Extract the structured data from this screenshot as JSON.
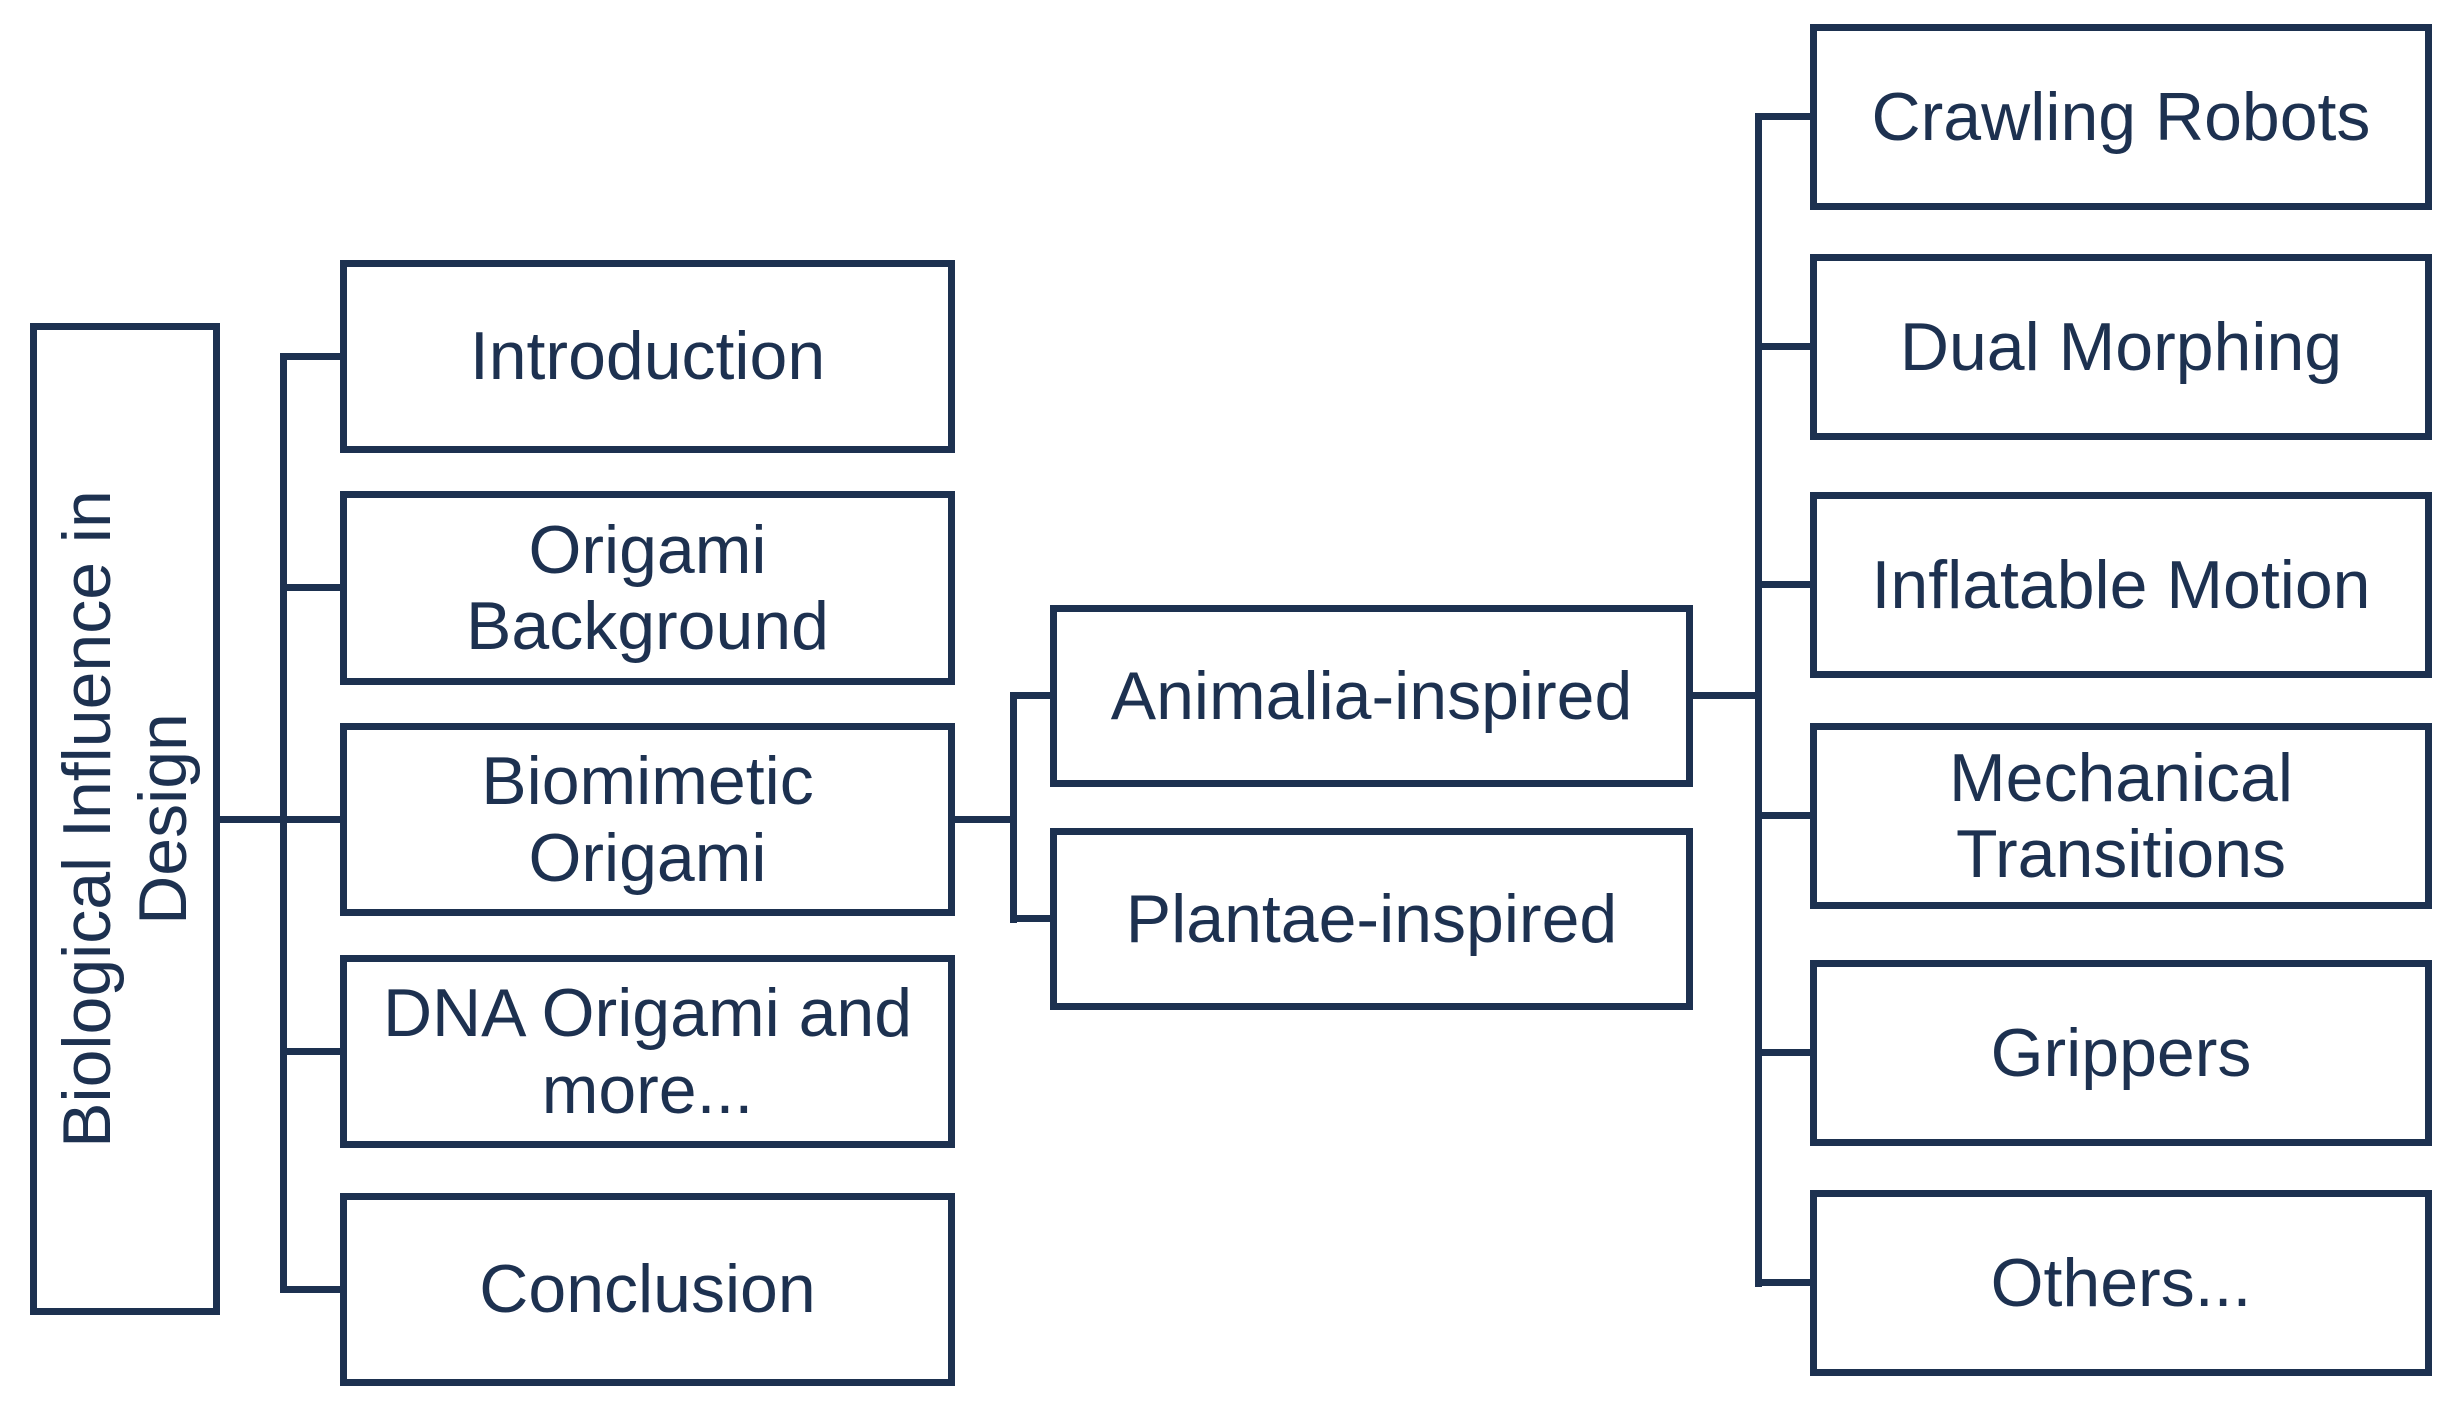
{
  "colors": {
    "ink": "#1d3150",
    "background": "#ffffff"
  },
  "tree": {
    "root": {
      "id": "biological-influence-in-design",
      "label": "Biological Influence in\nDesign"
    },
    "level1": [
      {
        "id": "introduction",
        "label": "Introduction",
        "parent": "biological-influence-in-design"
      },
      {
        "id": "origami-background",
        "label": "Origami\nBackground",
        "parent": "biological-influence-in-design"
      },
      {
        "id": "biomimetic-origami",
        "label": "Biomimetic\nOrigami",
        "parent": "biological-influence-in-design"
      },
      {
        "id": "dna-origami",
        "label": "DNA Origami and\nmore...",
        "parent": "biological-influence-in-design"
      },
      {
        "id": "conclusion",
        "label": "Conclusion",
        "parent": "biological-influence-in-design"
      }
    ],
    "level2": [
      {
        "id": "animalia-inspired",
        "label": "Animalia-inspired",
        "parent": "biomimetic-origami"
      },
      {
        "id": "plantae-inspired",
        "label": "Plantae-inspired",
        "parent": "biomimetic-origami"
      }
    ],
    "level3": [
      {
        "id": "crawling-robots",
        "label": "Crawling Robots",
        "parent": "animalia-inspired"
      },
      {
        "id": "dual-morphing",
        "label": "Dual Morphing",
        "parent": "animalia-inspired"
      },
      {
        "id": "inflatable-motion",
        "label": "Inflatable Motion",
        "parent": "animalia-inspired"
      },
      {
        "id": "mechanical-transitions",
        "label": "Mechanical\nTransitions",
        "parent": "animalia-inspired"
      },
      {
        "id": "grippers",
        "label": "Grippers",
        "parent": "animalia-inspired"
      },
      {
        "id": "others",
        "label": "Others...",
        "parent": "animalia-inspired"
      }
    ]
  }
}
